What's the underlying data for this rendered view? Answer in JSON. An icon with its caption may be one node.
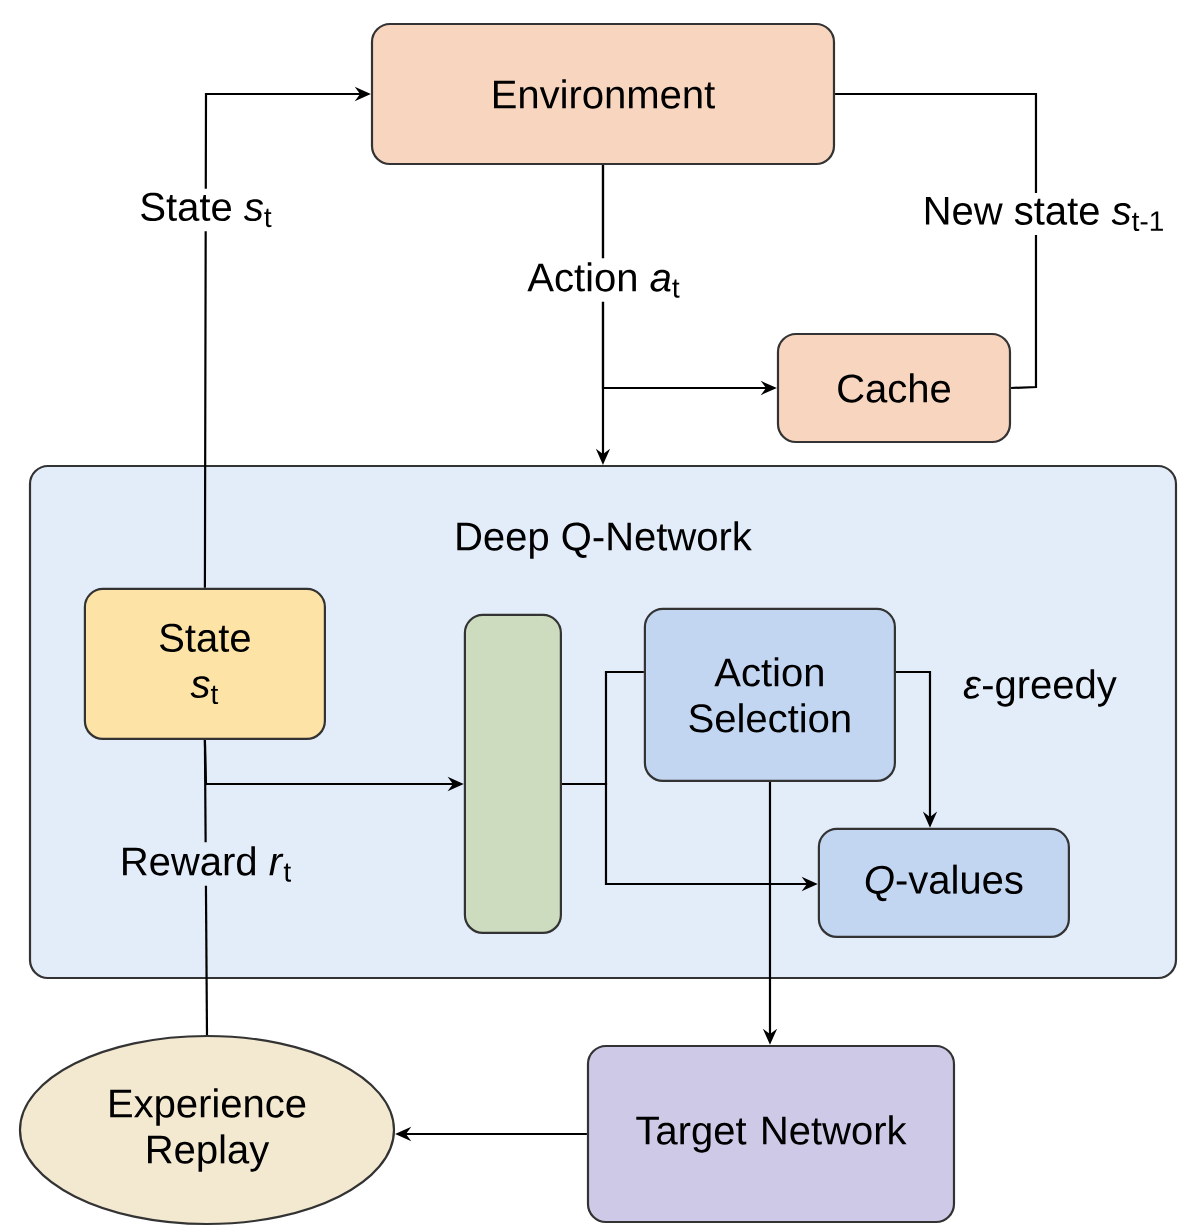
{
  "diagram": {
    "nodes": [
      {
        "text": [
          "Environment"
        ]
      },
      {
        "text": [
          "Cache"
        ]
      },
      {
        "text": [
          "Deep Q-Network"
        ]
      },
      {
        "text": [
          "State *s*$_{t}$"
        ],
        "in": 2
      },
      {
        "text": [],
        "shape": "box",
        "in": 2
      },
      {
        "text": [
          "Action Selection"
        ],
        "in": 2
      },
      {
        "text": [
          "*Q*-values"
        ],
        "in": 2
      },
      {
        "text": [
          "Experience Replay"
        ]
      },
      {
        "text": [
          "Target Network"
        ]
      }
    ],
    "edges": [
      {
        "from": 3,
        "to": 0,
        "arrow": "to",
        "label": "State *s*$_{t}$"
      },
      {
        "from": 0,
        "to": 2,
        "arrow": "to",
        "label": "Action *a*$_{t}$"
      },
      {
        "from": 0,
        "to": 1,
        "arrow": "to"
      },
      {
        "from": 1,
        "to": 0,
        "arrow": "none",
        "label": "New state *s*$_{t-1}$"
      },
      {
        "from": 7,
        "to": 3,
        "arrow": "none",
        "label": "Reward *r*$_{t}$"
      },
      {
        "from": 3,
        "to": 4,
        "arrow": "to"
      },
      {
        "from": 4,
        "to": 5,
        "arrow": "none"
      },
      {
        "from": 4,
        "to": 6,
        "arrow": "to"
      },
      {
        "from": 5,
        "to": 6,
        "arrow": "to",
        "label": "*ε*-greedy"
      },
      {
        "from": 5,
        "to": 8,
        "arrow": "to"
      },
      {
        "from": 8,
        "to": 7,
        "arrow": "to"
      }
    ]
  }
}
